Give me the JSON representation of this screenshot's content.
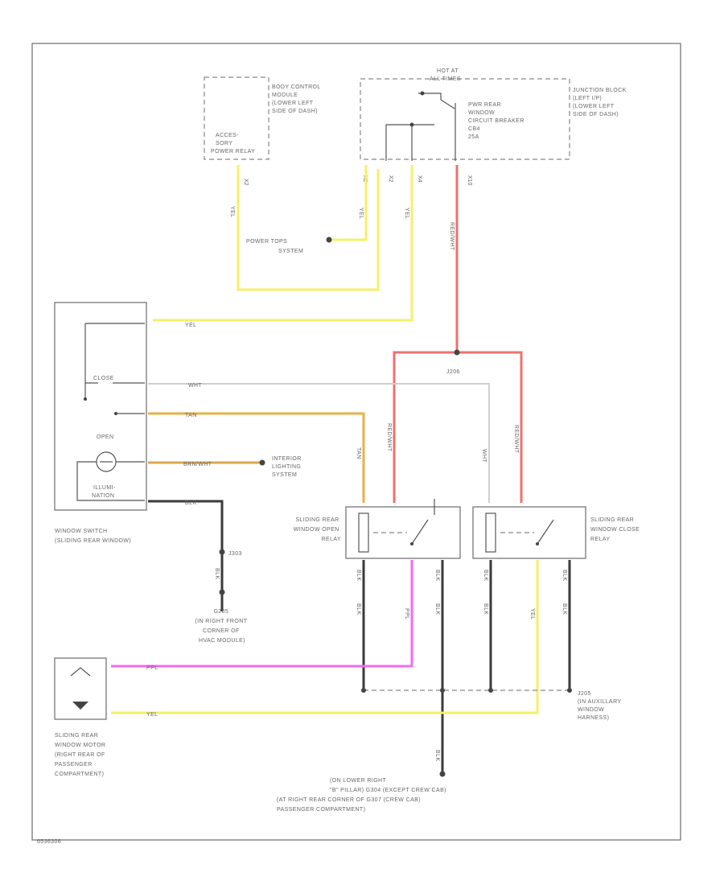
{
  "frame_code": "6536306",
  "body_control_module": {
    "label": [
      "BODY CONTROL",
      "MODULE",
      "(LOWER LEFT",
      "SIDE OF DASH)"
    ],
    "inner": [
      "ACCES-",
      "SORY",
      "POWER RELAY"
    ],
    "pin": "X2"
  },
  "junction_block": {
    "hot_at": [
      "HOT AT",
      "ALL TIMES"
    ],
    "label": [
      "JUNCTION BLOCK",
      "(LEFT I/P)",
      "(LOWER LEFT",
      "SIDE OF DASH)"
    ],
    "breaker": [
      "PWR REAR",
      "WINDOW",
      "CIRCUIT BREAKER",
      "CB4",
      "25A"
    ],
    "pins": [
      "X2",
      "X2",
      "X4",
      "X10"
    ]
  },
  "power_tops": [
    "POWER TOPS",
    "SYSTEM"
  ],
  "splice_top": "J206",
  "window_switch": {
    "close": "CLOSE",
    "open": "OPEN",
    "illum": [
      "ILLUMI-",
      "NATION"
    ],
    "label": [
      "WINDOW SWITCH",
      "(SLIDING REAR WINDOW)"
    ]
  },
  "interior_lighting": [
    "INTERIOR",
    "LIGHTING",
    "SYSTEM"
  ],
  "splice_mid": "J303",
  "ground_top": [
    "G205",
    "(IN RIGHT FRONT",
    "CORNER OF",
    "HVAC MODULE)"
  ],
  "open_relay": [
    "SLIDING REAR",
    "WINDOW OPEN",
    "RELAY"
  ],
  "close_relay": [
    "SLIDING REAR",
    "WINDOW CLOSE",
    "RELAY"
  ],
  "aux_splice": [
    "J205",
    "(IN AUXILLARY",
    "WINDOW",
    "HARNESS)"
  ],
  "motor": [
    "SLIDING REAR",
    "WINDOW MOTOR",
    "(RIGHT REAR OF",
    "PASSENGER",
    "COMPARTMENT)"
  ],
  "ground_bottom": [
    "(ON LOWER RIGHT",
    "\"B\" PILLAR)  G304   (EXCEPT CREW CAB)",
    "(AT RIGHT REAR CORNER OF   G307   (CREW CAB)",
    "PASSENGER COMPARTMENT)"
  ],
  "wire_colors": {
    "YEL": "YEL",
    "RED_WHT": "RED/WHT",
    "WHT": "WHT",
    "TAN": "TAN",
    "BRN_WHT": "BRN/WHT",
    "BLK": "BLK",
    "PPL": "PPL"
  },
  "colors": {
    "yellow": "#f4f06a",
    "red": "#f07070",
    "tan": "#e6b24a",
    "purple": "#f36af3",
    "black": "#3a3a3a",
    "white": "#cfcfcf"
  }
}
